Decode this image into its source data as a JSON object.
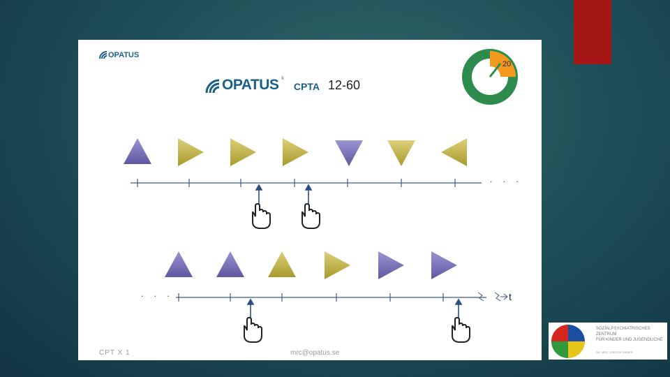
{
  "logo": {
    "brand": "OPATUS",
    "product": "CPTA",
    "age_range": "12-60",
    "watermark": "k"
  },
  "timer": {
    "value": "20"
  },
  "footer": {
    "left": "CPT X 1",
    "center": "mrc@opatus.se"
  },
  "axis": {
    "label": "t",
    "ellipsis": ". . ."
  },
  "badge": {
    "line1": "SOZIALPSYCHIATRISCHES ZENTRUM",
    "line2": "FÜR KINDER UND JUGENDLICHE",
    "line3": "DR. MED. GREGOR WEBER"
  },
  "sequence_1": [
    "up-purple",
    "right-yellow",
    "right-yellow",
    "right-yellow",
    "down-purple",
    "down-yellow",
    "left-yellow"
  ],
  "sequence_2": [
    "up-purple",
    "up-purple",
    "up-yellow",
    "right-yellow",
    "right-purple",
    "right-purple"
  ],
  "colors": {
    "purple": "#7a73b8",
    "yellow": "#c6b43e",
    "accent_red": "#a51717",
    "brand_blue": "#1a5f86",
    "timer_green": "#2e8b4e",
    "timer_orange": "#f39a1e"
  }
}
